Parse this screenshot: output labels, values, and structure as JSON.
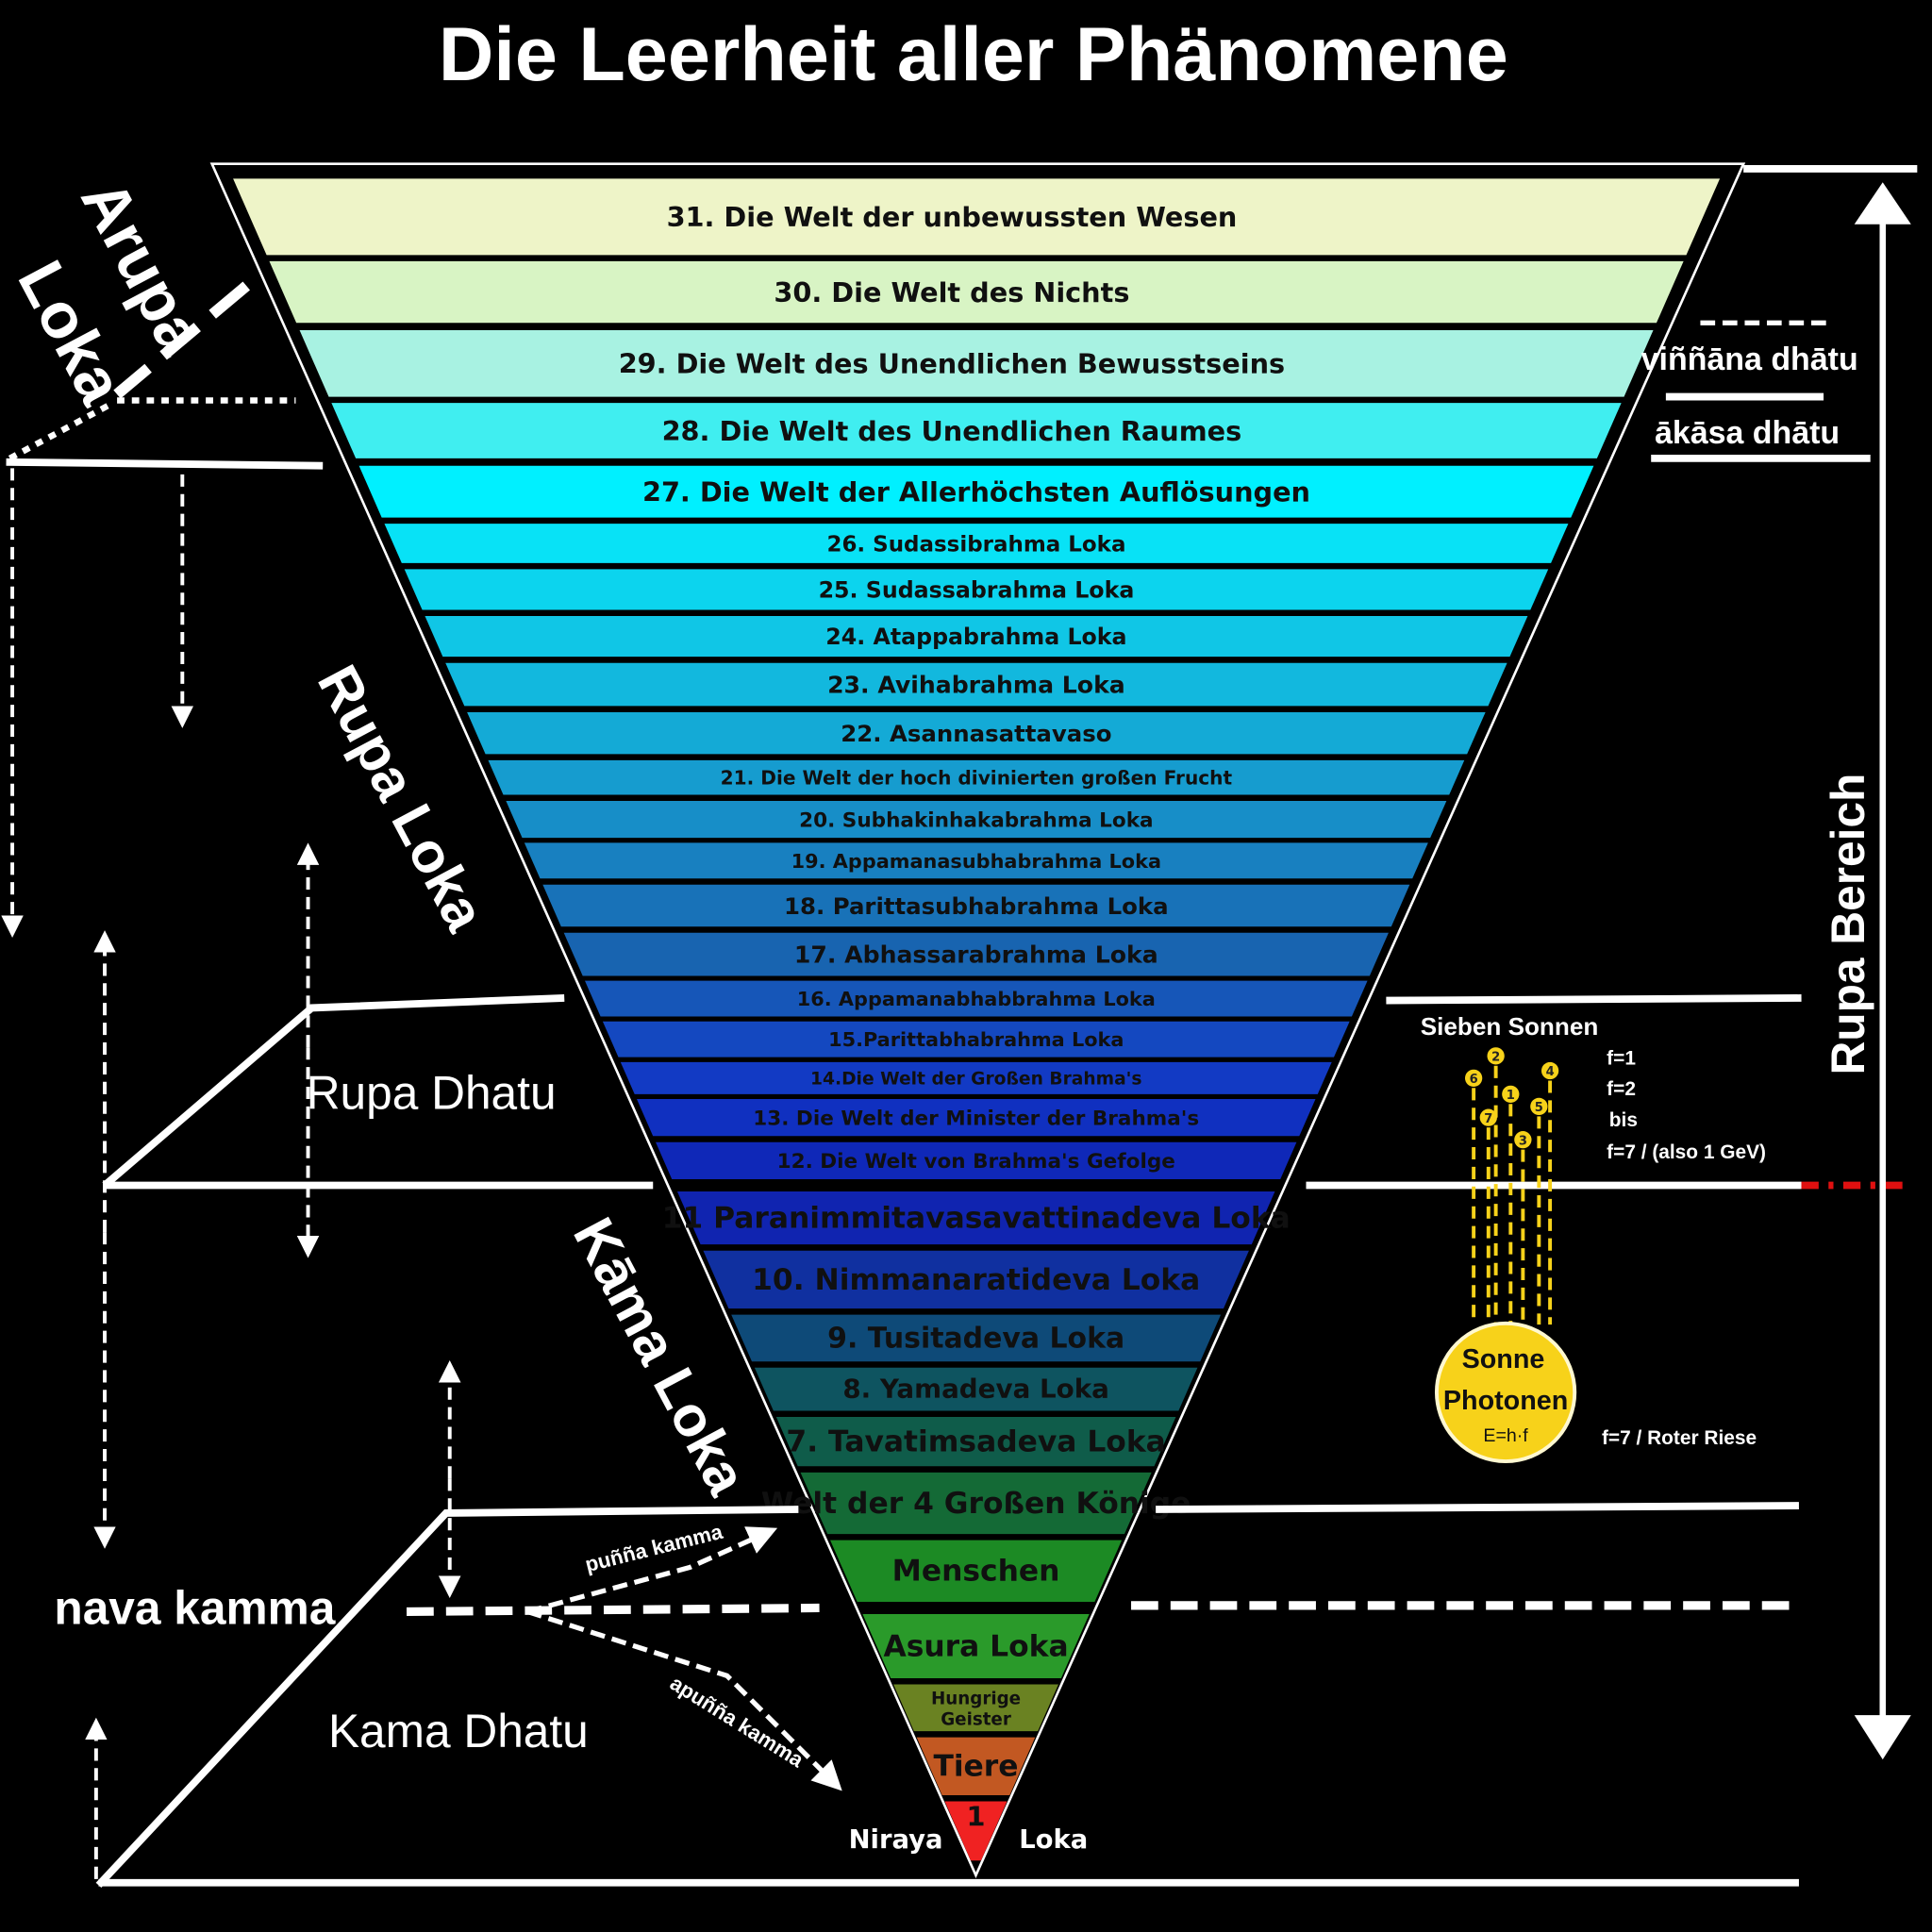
{
  "title": "Die Leerheit aller Phänomene",
  "bands": [
    {
      "label": "31. Die Welt der unbewussten Wesen",
      "color": "#eef4c8"
    },
    {
      "label": "30. Die Welt des Nichts",
      "color": "#d8f4c4"
    },
    {
      "label": "29. Die Welt des Unendlichen Bewusstseins",
      "color": "#a8f2e2"
    },
    {
      "label": "28. Die Welt des Unendlichen Raumes",
      "color": "#40eef0"
    },
    {
      "label": "27. Die Welt der Allerhöchsten Auflösungen",
      "color": "#00f0ff"
    },
    {
      "label": "26. Sudassibrahma Loka",
      "color": "#08e2f6"
    },
    {
      "label": "25. Sudassabrahma Loka",
      "color": "#0cd4ee"
    },
    {
      "label": "24. Atappabrahma Loka",
      "color": "#10c6e6"
    },
    {
      "label": "23. Avihabrahma Loka",
      "color": "#12b8de"
    },
    {
      "label": "22. Asannasattavaso",
      "color": "#14aad6"
    },
    {
      "label": "21. Die Welt der hoch divinierten großen Frucht",
      "color": "#169ccf"
    },
    {
      "label": "20. Subhakinhakabrahma Loka",
      "color": "#178ec8"
    },
    {
      "label": "19. Appamanasubhabrahma Loka",
      "color": "#1880c0"
    },
    {
      "label": "18. Parittasubhabrahma Loka",
      "color": "#1872b8"
    },
    {
      "label": "17. Abhassarabrahma Loka",
      "color": "#1864b0"
    },
    {
      "label": "16. Appamanabhabbrahma Loka",
      "color": "#1656b8"
    },
    {
      "label": "15.Parittabhabrahma Loka",
      "color": "#1448c0"
    },
    {
      "label": "14.Die Welt der Großen Brahma's",
      "color": "#123ac4"
    },
    {
      "label": "13. Die Welt der Minister der Brahma's",
      "color": "#1030c0"
    },
    {
      "label": "12. Die Welt  von Brahma's Gefolge",
      "color": "#0f28b8"
    },
    {
      "label": "11 Paranimmitavasavattinadeva Loka",
      "color": "#1024b0"
    },
    {
      "label": "10. Nimmanaratideva Loka",
      "color": "#1030a0"
    },
    {
      "label": "9. Tusitadeva Loka",
      "color": "#0e4a78"
    },
    {
      "label": "8. Yamadeva Loka",
      "color": "#0e5460"
    },
    {
      "label": "7. Tavatimsadeva Loka",
      "color": "#0f5c4a"
    },
    {
      "label": "Welt der 4 Großen Könige",
      "color": "#146a36"
    },
    {
      "label": "Menschen",
      "color": "#1c8a24"
    },
    {
      "label": "Asura Loka",
      "color": "#2a9a2a"
    },
    {
      "label": "Hungrige Geister",
      "color": "#6a8222"
    },
    {
      "label": "Tiere",
      "color": "#c25822"
    },
    {
      "label": "1",
      "color": "#f02222"
    }
  ],
  "labels": {
    "arupa": "Arupa",
    "arupa_loka": "Loka",
    "rupa_loka": "Rupa Loka",
    "kama_loka": "Kāma Loka",
    "rupa_dhatu": "Rupa Dhatu",
    "kama_dhatu": "Kama Dhatu",
    "nava_kamma": "nava kamma",
    "punna_kamma": "puñña kamma",
    "apunna_kamma": "apuñña kamma",
    "niraya": "Niraya",
    "loka": "Loka",
    "vinnana": "viññāna dhātu",
    "akasa": "ākāsa dhātu",
    "rupa_bereich": "Rupa Bereich"
  },
  "sun": {
    "heading": "Sieben Sonnen",
    "small_suns": [
      "1",
      "2",
      "3",
      "4",
      "5",
      "6",
      "7"
    ],
    "f_lines": [
      "f=1",
      "f=2",
      "bis",
      "f=7 / (also 1 GeV)"
    ],
    "sun_line1": "Sonne",
    "sun_line2": "Photonen",
    "formula": "E=h·f",
    "red_giant": "f=7 / Roter Riese"
  },
  "colors": {
    "line": "#ffffff",
    "sun": "#f7d21a",
    "red_dash": "#e01010"
  }
}
